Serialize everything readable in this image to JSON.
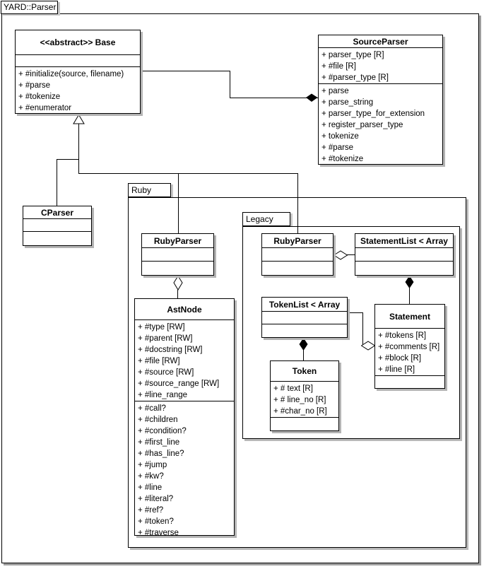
{
  "diagram": {
    "tab_label": "YARD::Parser"
  },
  "packages": {
    "ruby": "Ruby",
    "legacy": "Legacy"
  },
  "colors": {
    "line": "#000000",
    "box_background": "#ffffff",
    "shadow": "#b4b4b4",
    "text": "#000000"
  },
  "icons": [
    "generalization-triangle-icon",
    "composition-diamond-icon",
    "aggregation-diamond-icon"
  ],
  "classes": {
    "base": {
      "title": "<<abstract>> Base",
      "methods": [
        "+ #initialize(source, filename)",
        "+ #parse",
        "+ #tokenize",
        "+ #enumerator"
      ]
    },
    "source_parser": {
      "title": "SourceParser",
      "attributes": [
        "+ parser_type [R]",
        "+ #file [R]",
        "+ #parser_type [R]"
      ],
      "methods": [
        "+ parse",
        "+ parse_string",
        "+ parser_type_for_extension",
        "+ register_parser_type",
        "+ tokenize",
        "+ #parse",
        "+ #tokenize"
      ]
    },
    "cparser": {
      "title": "CParser"
    },
    "ruby_rubyparser": {
      "title": "RubyParser"
    },
    "ast_node": {
      "title": "AstNode",
      "attributes": [
        "+ #type [RW]",
        "+ #parent [RW]",
        "+ #docstring [RW]",
        "+ #file [RW]",
        "+ #source [RW]",
        "+ #source_range [RW]",
        "+ #line_range"
      ],
      "methods": [
        "+ #call?",
        "+ #children",
        "+ #condition?",
        "+ #first_line",
        "+ #has_line?",
        "+ #jump",
        "+ #kw?",
        "+ #line",
        "+ #literal?",
        "+ #ref?",
        "+ #token?",
        "+ #traverse"
      ]
    },
    "legacy_rubyparser": {
      "title": "RubyParser"
    },
    "statement_list": {
      "title": "StatementList < Array"
    },
    "token_list": {
      "title": "TokenList < Array"
    },
    "statement": {
      "title": "Statement",
      "attributes": [
        "+ #tokens [R]",
        "+ #comments [R]",
        "+ #block [R]",
        "+ #line [R]"
      ]
    },
    "token": {
      "title": "Token",
      "attributes": [
        "+ # text [R]",
        "+ # line_no [R]",
        "+ #char_no [R]"
      ]
    }
  }
}
